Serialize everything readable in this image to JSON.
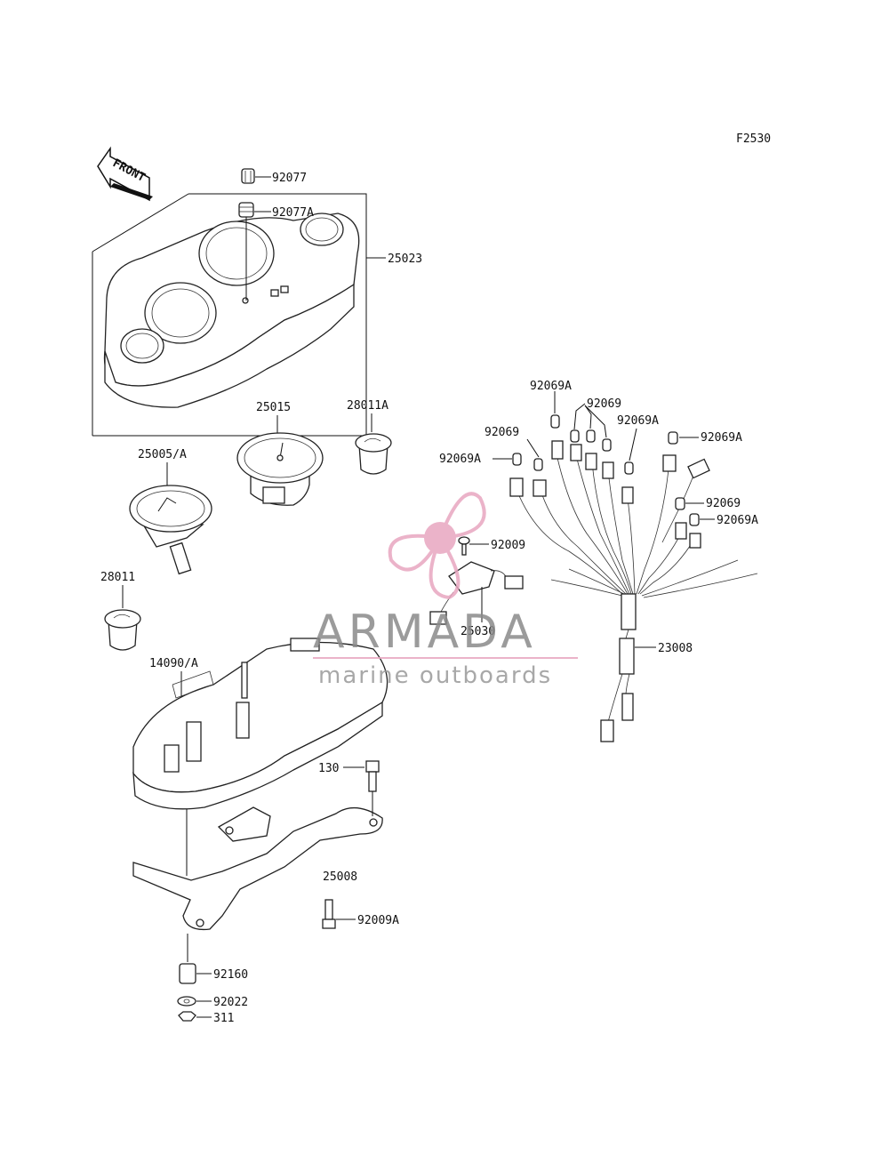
{
  "figure_code": "F2530",
  "front_label": "FRONT",
  "parts": {
    "p92077": "92077",
    "p92077A": "92077A",
    "p25023": "25023",
    "p25015": "25015",
    "p28011A": "28011A",
    "p25005": "25005/A",
    "p28011": "28011",
    "p14090": "14090/A",
    "p92069A_1": "92069A",
    "p92069_1": "92069",
    "p92069A_2": "92069A",
    "p92069A_3": "92069A",
    "p92069_2": "92069",
    "p92069A_4": "92069A",
    "p92069_3": "92069",
    "p92069A_5": "92069A",
    "p92009": "92009",
    "p25030": "25030",
    "p23008": "23008",
    "p130": "130",
    "p25008": "25008",
    "p92009A": "92009A",
    "p92160": "92160",
    "p92022": "92022",
    "p311": "311"
  },
  "watermark": {
    "brand": "ARMADA",
    "tagline": "marine outboards",
    "accent_color": "#e8a6c0"
  }
}
